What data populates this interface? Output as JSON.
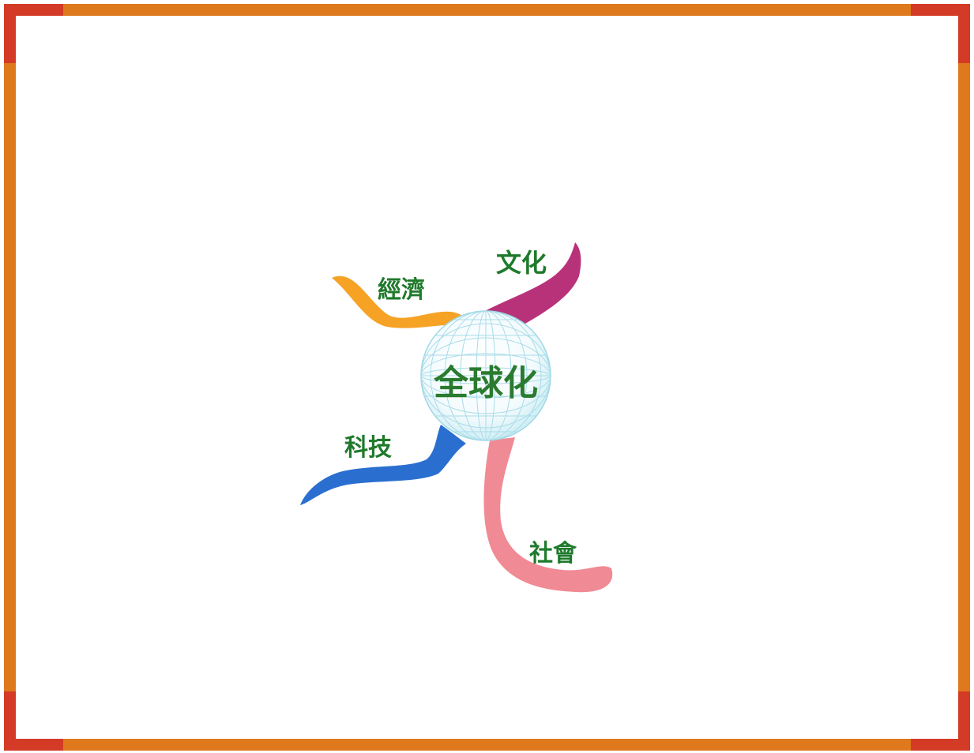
{
  "diagram": {
    "type": "mind-map",
    "center": {
      "label": "全球化",
      "icon": "globe-wireframe-icon"
    },
    "branches": [
      {
        "id": "economy",
        "label": "經濟",
        "color": "#f5a225"
      },
      {
        "id": "culture",
        "label": "文化",
        "color": "#b8327a"
      },
      {
        "id": "technology",
        "label": "科技",
        "color": "#2a6fd0"
      },
      {
        "id": "society",
        "label": "社會",
        "color": "#f08a94"
      }
    ]
  },
  "frame": {
    "border_color": "#de7a1d",
    "corner_color": "#d43b26",
    "background": "#ffffff"
  }
}
